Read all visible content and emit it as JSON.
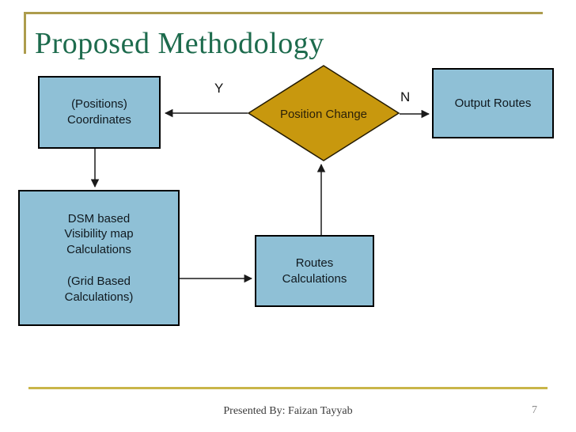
{
  "slide": {
    "title": "Proposed Methodology",
    "footer": {
      "presented_by": "Presented By: Faizan Tayyab",
      "page_number": "7"
    }
  },
  "flowchart": {
    "nodes": {
      "coordinates": {
        "label": "(Positions)\nCoordinates",
        "shape": "rectangle"
      },
      "output_routes": {
        "label": "Output Routes",
        "shape": "rectangle"
      },
      "dsm": {
        "label": "DSM based\nVisibility map\nCalculations\n\n(Grid Based\nCalculations)",
        "shape": "rectangle"
      },
      "routes": {
        "label": "Routes\nCalculations",
        "shape": "rectangle"
      },
      "position_change": {
        "label": "Position Change",
        "shape": "diamond"
      }
    },
    "branch_labels": {
      "yes": "Y",
      "no": "N"
    },
    "edges": [
      {
        "from": "position_change",
        "to": "coordinates",
        "label": "Y"
      },
      {
        "from": "position_change",
        "to": "output_routes",
        "label": "N"
      },
      {
        "from": "coordinates",
        "to": "dsm",
        "label": ""
      },
      {
        "from": "dsm",
        "to": "routes",
        "label": ""
      },
      {
        "from": "routes",
        "to": "position_change",
        "label": ""
      }
    ]
  },
  "colors": {
    "title_green": "#1D6B4D",
    "frame_gold": "#AD9C4D",
    "footer_gold": "#C9B548",
    "node_fill": "#8FC0D6",
    "node_border": "#000000",
    "node_text": "#10191F",
    "diamond_fill": "#C8980E",
    "diamond_text": "#2B2008",
    "arrow": "#1A1A1A"
  }
}
